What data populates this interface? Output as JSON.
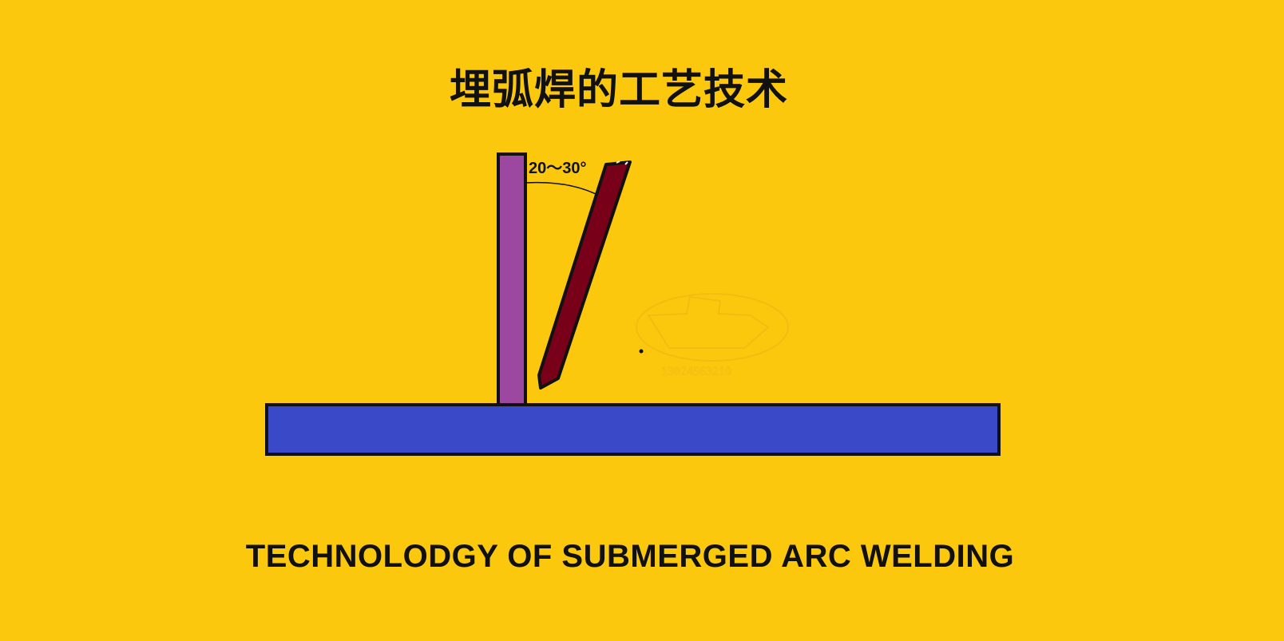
{
  "title": "埋弧焊的工艺技术",
  "subtitle": "TECHNOLODGY OF SUBMERGED ARC WELDING",
  "angle_label": "20～30°",
  "watermark": {
    "number": "13024563210"
  },
  "colors": {
    "background": "#fcc80e",
    "base_plate": "#3a49c8",
    "vertical_plate": "#9c48a0",
    "electrode": "#780018",
    "outline": "#111111"
  }
}
